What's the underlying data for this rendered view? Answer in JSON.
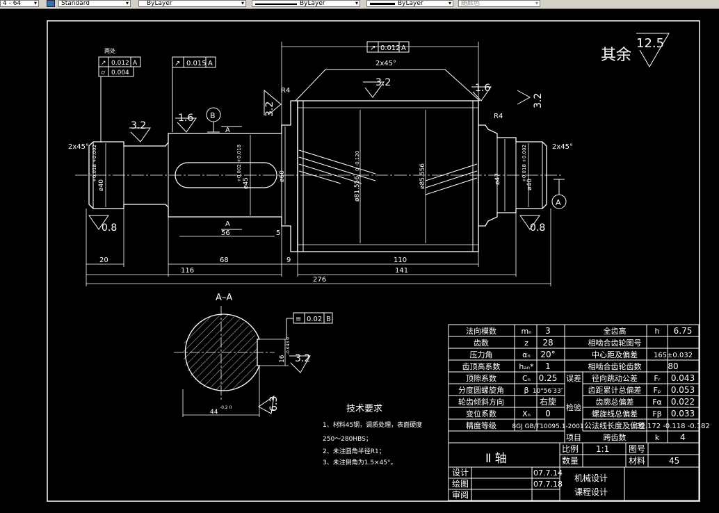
{
  "toolbar": {
    "layer_label": "4 - 64",
    "textstyle_value": "Standard",
    "color_value": "ByLayer",
    "linetype_value": "ByLayer",
    "lineweight_value": "ByLayer",
    "plotstyle_value": "随颜色"
  },
  "roughness": {
    "remaining_label": "其余",
    "remaining_value": "12.5",
    "r32a": "3.2",
    "r32b": "3.2",
    "r32c": "3.2",
    "r32d": "3.2",
    "r32e": "3.2",
    "r16a": "1.6",
    "r16b": "1.6",
    "r08a": "0.8",
    "r08b": "0.8",
    "r63": "6.3"
  },
  "tolerances": {
    "runout_top": "0.012",
    "runout_top_ref": "A",
    "left_label": "两处",
    "left_runout": "0.012",
    "left_runout_ref": "A",
    "left_cyl": "0.004",
    "mid_runout": "0.015",
    "mid_runout_ref": "A",
    "sym": "0.02",
    "sym_ref": "B",
    "datum_a": "A",
    "datum_b": "B"
  },
  "dims": {
    "chamfer_top": "2x45°",
    "chamfer_left": "2x45°",
    "chamfer_right": "2x45°",
    "r4a": "R4",
    "r4b": "R4",
    "d40l": "ø40",
    "d40l_tol": "+0.018 +0.002",
    "d45": "ø45",
    "d45_tol": "+0.002 +0.018",
    "d60": "ø60",
    "d81": "ø81.556",
    "d81_tol": "0 -0.120",
    "d85": "ø85.556",
    "d47": "ø47",
    "d40r": "ø40",
    "d40r_tol": "+0.018 +0.002",
    "sec_a": "A",
    "key_56": "56",
    "key_5": "5",
    "d20": "20",
    "d68": "68",
    "d9": "9",
    "d110": "110",
    "d116": "116",
    "d141": "141",
    "d276": "276"
  },
  "section": {
    "title": "A–A",
    "dim_16": "16",
    "dim_16_tol": "-0.043 0",
    "dim_44": "44",
    "dim_44_tol": "-0.2 0"
  },
  "notes": {
    "title": "技术要求",
    "line1": "1、材料45钢，调质处理，表面硬度",
    "line2": "250～280HBS；",
    "line3": "2、未注圆角半径R1；",
    "line4": "3、未注倒角为1.5×45°。"
  },
  "gear_table": {
    "rows_left": [
      {
        "label": "法向模数",
        "sym": "mₙ",
        "val": "3"
      },
      {
        "label": "齿数",
        "sym": "z",
        "val": "28"
      },
      {
        "label": "压力角",
        "sym": "αₙ",
        "val": "20°"
      },
      {
        "label": "齿顶高系数",
        "sym": "hₐₙ*",
        "val": "1"
      },
      {
        "label": "顶隙系数",
        "sym": "Cₙ",
        "val": "0.25"
      },
      {
        "label": "分度圆螺旋角",
        "sym": "β",
        "val": "10°56′33″"
      },
      {
        "label": "轮齿倾斜方向",
        "sym": "",
        "val": "右旋"
      },
      {
        "label": "变位系数",
        "sym": "Xₙ",
        "val": "0"
      },
      {
        "label": "精度等级",
        "sym": "",
        "val": "8GJ GB/T10095.1-2001"
      }
    ],
    "rows_right": [
      {
        "label": "全齿高",
        "sym": "h",
        "val": "6.75"
      },
      {
        "label": "相啮合齿轮图号",
        "sym": "",
        "val": ""
      },
      {
        "label": "中心距及偏差",
        "sym": "",
        "val": "165±0.032"
      },
      {
        "label": "相啮合齿轮齿数",
        "sym": "",
        "val": "80"
      },
      {
        "label": "径向跳动公差",
        "sym": "Fᵣ",
        "val": "0.043"
      },
      {
        "label": "齿距累计总偏差",
        "sym": "Fₚ",
        "val": "0.053"
      },
      {
        "label": "齿廓总偏差",
        "sym": "Fα",
        "val": "0.022"
      },
      {
        "label": "螺旋线总偏差",
        "sym": "Fβ",
        "val": "0.033"
      },
      {
        "label": "公法线长度及偏差",
        "sym": "",
        "val": "32.172 -0.118 -0.182"
      },
      {
        "label": "跨齿数",
        "sym": "k",
        "val": "4"
      }
    ],
    "group_wucha": "误差",
    "group_jianyan": "检验",
    "item_label": "项目"
  },
  "title_block": {
    "part_name": "Ⅱ 轴",
    "scale_label": "比例",
    "scale_val": "1:1",
    "drawing_no_label": "图号",
    "drawing_no_val": "",
    "qty_label": "数量",
    "qty_val": "",
    "material_label": "材料",
    "material_val": "45",
    "design_label": "设计",
    "design_date": "07.7.14",
    "draw_label": "绘图",
    "draw_date": "07.7.18",
    "review_label": "审阅",
    "course1": "机械设计",
    "course2": "课程设计"
  }
}
